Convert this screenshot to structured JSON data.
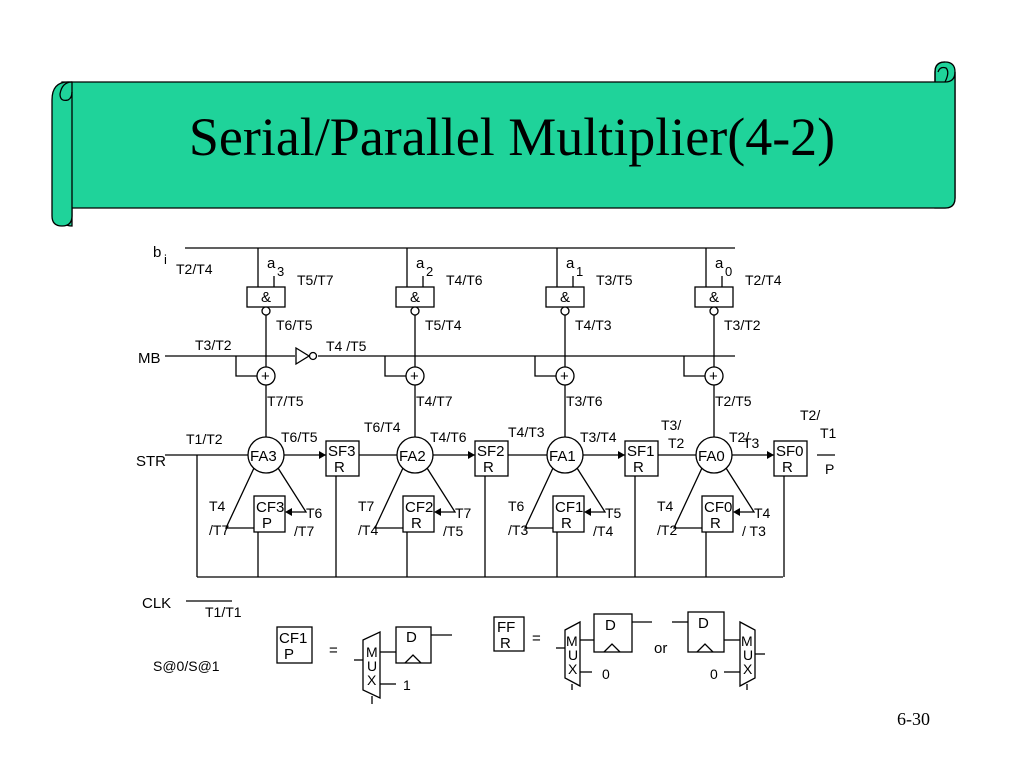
{
  "title": "Serial/Parallel Multiplier(4-2)",
  "page_number": "6-30",
  "colors": {
    "banner_fill": "#1fd39a",
    "stroke": "#000000",
    "background": "#ffffff"
  },
  "signals": {
    "bi": "b",
    "bi_sub": "i",
    "mb": "MB",
    "str": "STR",
    "clk": "CLK",
    "clk_timing": "T1/T1",
    "s_timing": "S@0/S@1"
  },
  "and_gate_label": "&",
  "plus_symbol": "+",
  "cols": [
    {
      "a": "a",
      "a_sub": "3",
      "bi_t": "T2/T4",
      "a_t": "T5/T7",
      "and_t": "T6/T5",
      "add_t": "T7/T5",
      "fa": "FA3",
      "fa_in": "T6/T5",
      "sf": "SF3",
      "sf_r": "R",
      "cf": "CF3",
      "cf_sub": "P",
      "cf_l1": "T4",
      "cf_l2": "/T7",
      "cf_r1": "T6",
      "cf_r2": "/T7"
    },
    {
      "a": "a",
      "a_sub": "2",
      "bi_t": "",
      "a_t": "T4/T6",
      "and_t": "T5/T4",
      "add_t": "T4/T7",
      "fa": "FA2",
      "fa_in": "T4/T6",
      "sf": "SF2",
      "sf_r": "R",
      "cf": "CF2",
      "cf_sub": "R",
      "cf_l1": "T7",
      "cf_l2": "/T4",
      "cf_r1": "T7",
      "cf_r2": "/T5"
    },
    {
      "a": "a",
      "a_sub": "1",
      "bi_t": "",
      "a_t": "T3/T5",
      "and_t": "T4/T3",
      "add_t": "T3/T6",
      "fa": "FA1",
      "fa_in": "T3/T4",
      "sf": "SF1",
      "sf_r": "R",
      "cf": "CF1",
      "cf_sub": "R",
      "cf_l1": "T6",
      "cf_l2": "/T3",
      "cf_r1": "T5",
      "cf_r2": "/T4"
    },
    {
      "a": "a",
      "a_sub": "0",
      "bi_t": "",
      "a_t": "T2/T4",
      "and_t": "T3/T2",
      "add_t": "T2/T5",
      "fa": "FA0",
      "fa_in": "T2/",
      "sf": "SF0",
      "sf_r": "R",
      "cf": "CF0",
      "cf_sub": "R",
      "cf_l1": "T4",
      "cf_l2": "/T2",
      "cf_r1": "T4",
      "cf_r2": "/ T3"
    }
  ],
  "extra_labels": {
    "mb_timing": "T3/T2",
    "inv_timing": "T4 /T5",
    "str_timing": "T1/T2",
    "fa2_top": "T6/T4",
    "fa1_top": "T4/T3",
    "fa0_top1": "T3/",
    "fa0_top2": "T2",
    "fa0_in2": "T3",
    "out_t1": "T2/",
    "out_t2": "T1",
    "out_p": "P"
  },
  "legend": {
    "cf1": "CF1",
    "cf1_sub": "P",
    "eq": "=",
    "mux_m": "M",
    "mux_u": "U",
    "mux_x": "X",
    "d": "D",
    "one": "1",
    "ff": "FF",
    "ff_sub": "R",
    "zero": "0",
    "or": "or"
  }
}
